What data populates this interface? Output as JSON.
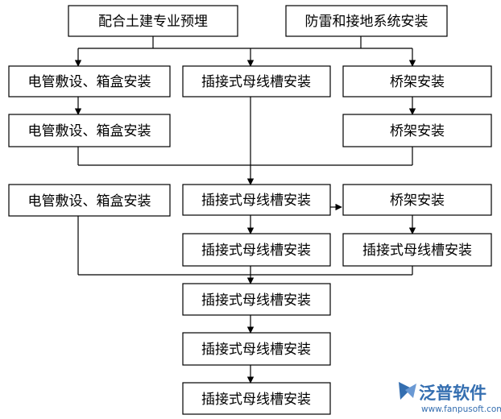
{
  "boxes": {
    "civil": "配合土建专业预埋",
    "lightning": "防雷和接地系统安装",
    "conduit_1": "电管敷设、箱盒安装",
    "busway_1": "插接式母线槽安装",
    "tray_1": "桥架安装",
    "conduit_2": "电管敷设、箱盒安装",
    "tray_2": "桥架安装",
    "conduit_3": "电管敷设、箱盒安装",
    "busway_2": "插接式母线槽安装",
    "tray_3": "桥架安装",
    "busway_3": "插接式母线槽安装",
    "busway_4": "插接式母线槽安装",
    "busway_5": "插接式母线槽安装",
    "busway_6": "插接式母线槽安装",
    "busway_7": "插接式母线槽安装"
  },
  "watermark": {
    "brand": "泛普软件",
    "url": "www.fanpusoft.com",
    "color": "#1f5fa8",
    "icon": "fanpu-logo-icon"
  }
}
